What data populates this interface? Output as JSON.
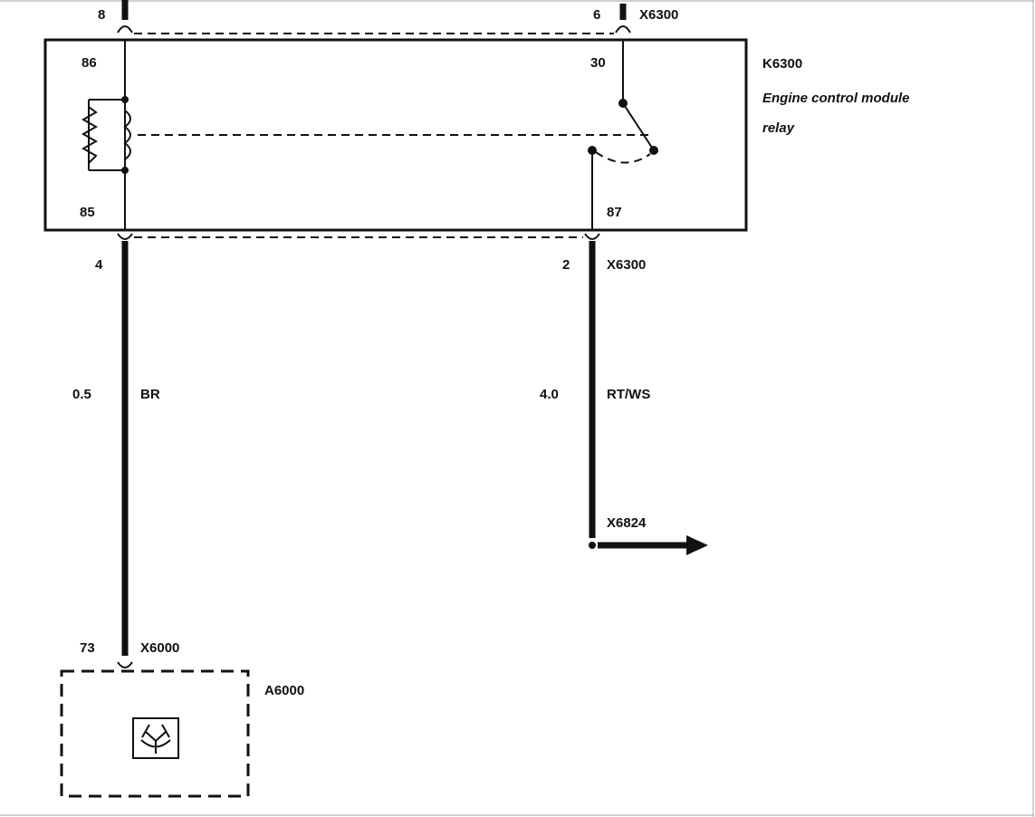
{
  "relay": {
    "id": "K6300",
    "name_line1": "Engine control module",
    "name_line2": "relay",
    "pin_86": "86",
    "pin_85": "85",
    "pin_30": "30",
    "pin_87": "87"
  },
  "top_connector": {
    "id": "X6300",
    "pin_left": "8",
    "pin_right": "6"
  },
  "bottom_connector": {
    "id": "X6300",
    "pin_left": "4",
    "pin_right": "2"
  },
  "wire_left": {
    "size": "0.5",
    "color_code": "BR"
  },
  "wire_right": {
    "size": "4.0",
    "color_code": "RT/WS",
    "destination": "X6824"
  },
  "module": {
    "id": "A6000",
    "connector_id": "X6000",
    "connector_pin": "73",
    "icon": "engine-control-module-icon"
  },
  "colors": {
    "ink": "#111111",
    "frame": "#9aa7b6",
    "background": "#ffffff"
  }
}
